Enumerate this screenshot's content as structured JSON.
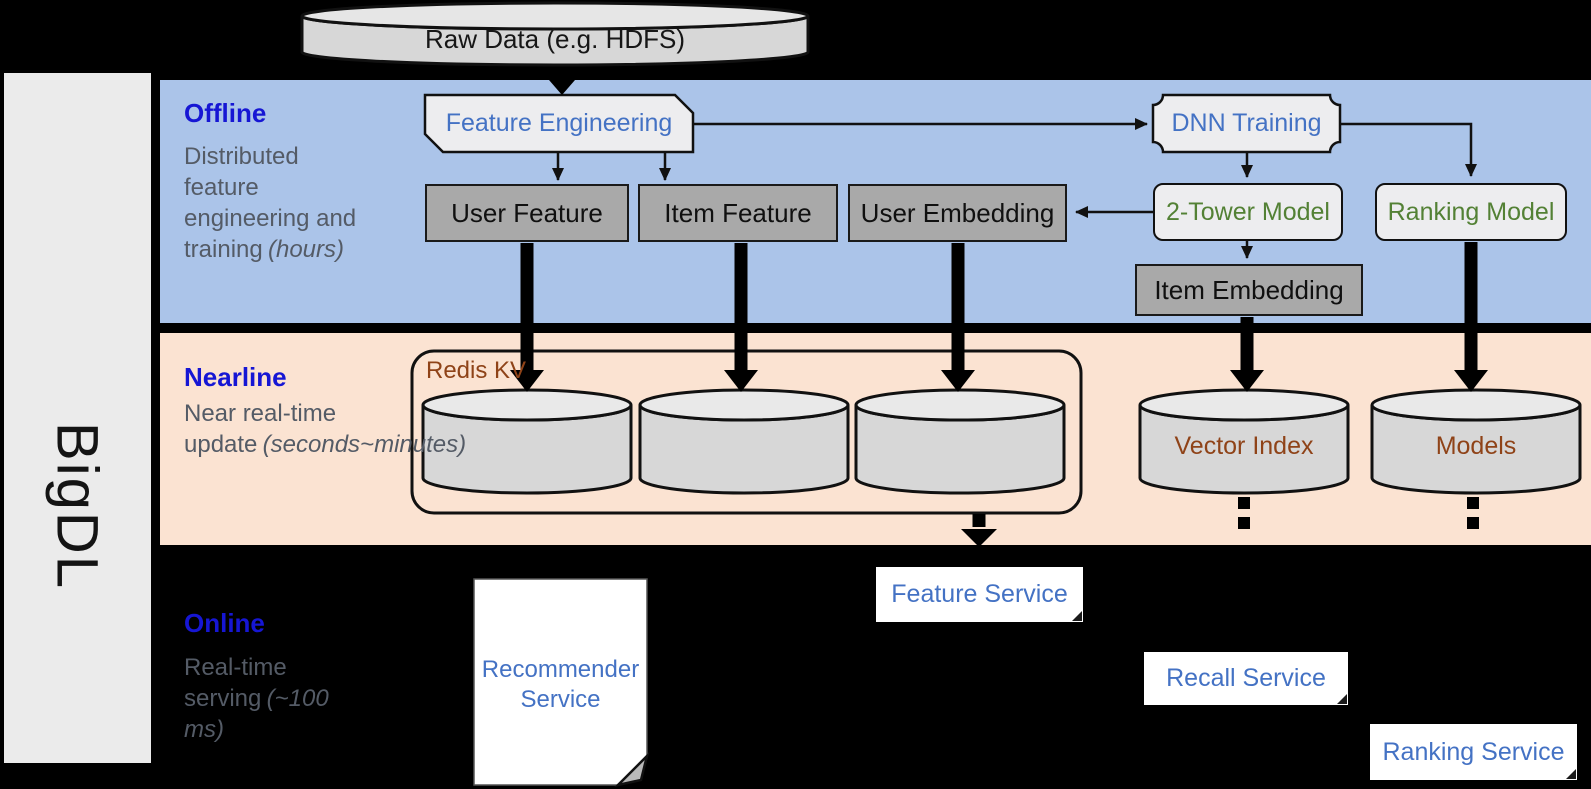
{
  "sidebar": {
    "brand": "BigDL"
  },
  "source": {
    "raw_data": "Raw Data (e.g. HDFS)"
  },
  "sections": {
    "offline": {
      "title": "Offline",
      "desc": "Distributed feature engineering and training",
      "desc_note": "(hours)"
    },
    "nearline": {
      "title": "Nearline",
      "desc": "Near real-time update",
      "desc_note": "(seconds~minutes)"
    },
    "online": {
      "title": "Online",
      "desc": "Real-time serving",
      "desc_note": "(~100 ms)"
    }
  },
  "offline": {
    "feature_engineering": "Feature Engineering",
    "dnn_training": "DNN Training",
    "user_feature": "User Feature",
    "item_feature": "Item Feature",
    "user_embedding": "User Embedding",
    "two_tower_model": "2-Tower Model",
    "ranking_model": "Ranking Model",
    "item_embedding": "Item Embedding"
  },
  "nearline": {
    "redis_kv": "Redis KV",
    "vector_index": "Vector Index",
    "models": "Models"
  },
  "online": {
    "recommender_service": "Recommender Service",
    "feature_service": "Feature Service",
    "recall_service": "Recall Service",
    "ranking_service": "Ranking Service"
  },
  "colors": {
    "offline_band": "#abc4e9",
    "nearline_band": "#fbe3d2",
    "sidebar_gray": "#ebebeb",
    "store_box_gray": "#a9a9a9",
    "process_box_light": "#ededef",
    "accent_blue": "#4472c4",
    "accent_green": "#538135",
    "accent_brown": "#8f4318",
    "section_title_blue": "#1616d4",
    "desc_gray": "#545b66"
  }
}
